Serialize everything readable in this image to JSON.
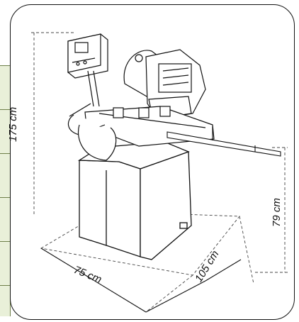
{
  "dimensions": {
    "height": "175 cm",
    "table_height": "79 cm",
    "width": "75 cm",
    "depth": "105 cm"
  },
  "left_table": {
    "rows": 6,
    "fill": "#e9f0d9",
    "line": "#6e7f4a"
  },
  "colors": {
    "line": "#111111",
    "dash": "#444444",
    "background": "#ffffff"
  }
}
